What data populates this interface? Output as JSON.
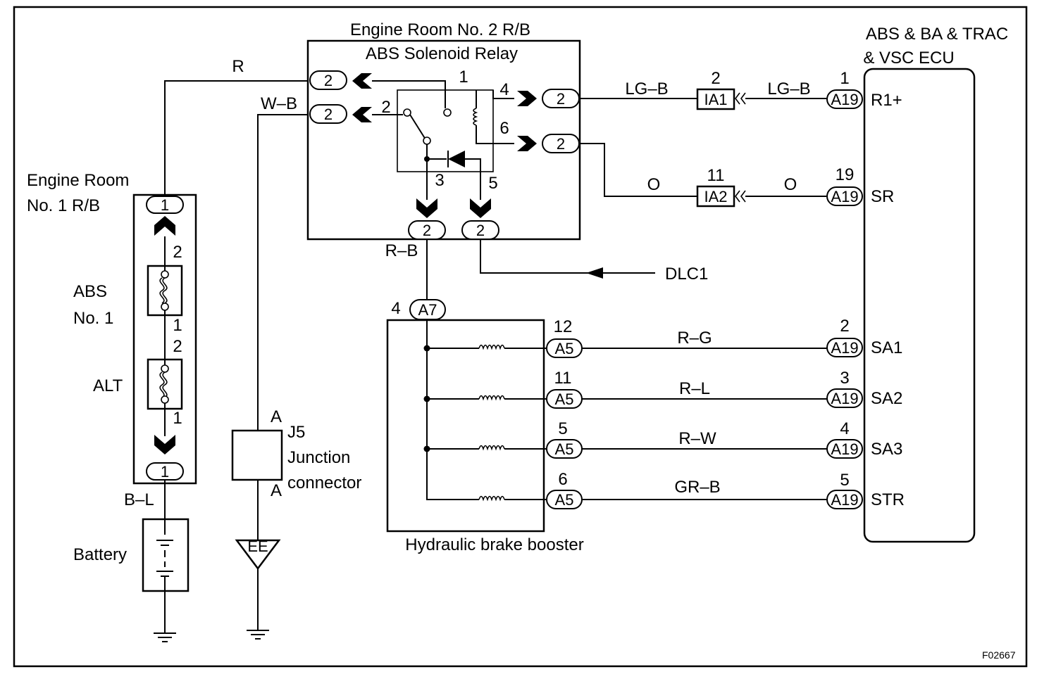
{
  "blocks": {
    "r2_title": "Engine Room No. 2 R/B",
    "relay_title": "ABS Solenoid Relay",
    "ecu_title_1": "ABS & BA & TRAC",
    "ecu_title_2": "& VSC ECU",
    "r1_title_1": "Engine  Room",
    "r1_title_2": "No. 1 R/B",
    "fuse_abs_1": "ABS",
    "fuse_abs_2": "No. 1",
    "fuse_alt": "ALT",
    "battery": "Battery",
    "j5_name": "J5",
    "j5_line1": "Junction",
    "j5_line2": "connector",
    "booster": "Hydraulic brake booster",
    "dlc": "DLC1",
    "figure_id": "F02667"
  },
  "wires": {
    "r": "R",
    "wb": "W–B",
    "bl": "B–L",
    "rb": "R–B",
    "lgb1": "LG–B",
    "lgb2": "LG–B",
    "o1": "O",
    "o2": "O",
    "rg": "R–G",
    "rl": "R–L",
    "rw": "R–W",
    "grb": "GR–B"
  },
  "connectors": {
    "r2": "2",
    "a19": "A19",
    "a7": "A7",
    "a5": "A5",
    "r1": "1",
    "ia1": "IA1",
    "ia2": "IA2",
    "ee": "EE",
    "j5_a_top": "A",
    "j5_a_bottom": "A"
  },
  "pins": {
    "relay_1": "1",
    "relay_2": "2",
    "relay_3": "3",
    "relay_4": "4",
    "relay_5": "5",
    "relay_6": "6",
    "ia1": "2",
    "ia2": "11",
    "a7": "4",
    "ecu_r1": "1",
    "ecu_sr": "19",
    "ecu_sa1": "2",
    "ecu_sa2": "3",
    "ecu_sa3": "4",
    "ecu_str": "5",
    "a5_sa1": "12",
    "a5_sa2": "11",
    "a5_sa3": "5",
    "a5_str": "6",
    "fuse_abs_top": "2",
    "fuse_abs_bottom": "1",
    "fuse_alt_top": "2",
    "fuse_alt_bottom": "1"
  },
  "ecu_terminals": {
    "r1": "R1+",
    "sr": "SR",
    "sa1": "SA1",
    "sa2": "SA2",
    "sa3": "SA3",
    "str": "STR"
  }
}
